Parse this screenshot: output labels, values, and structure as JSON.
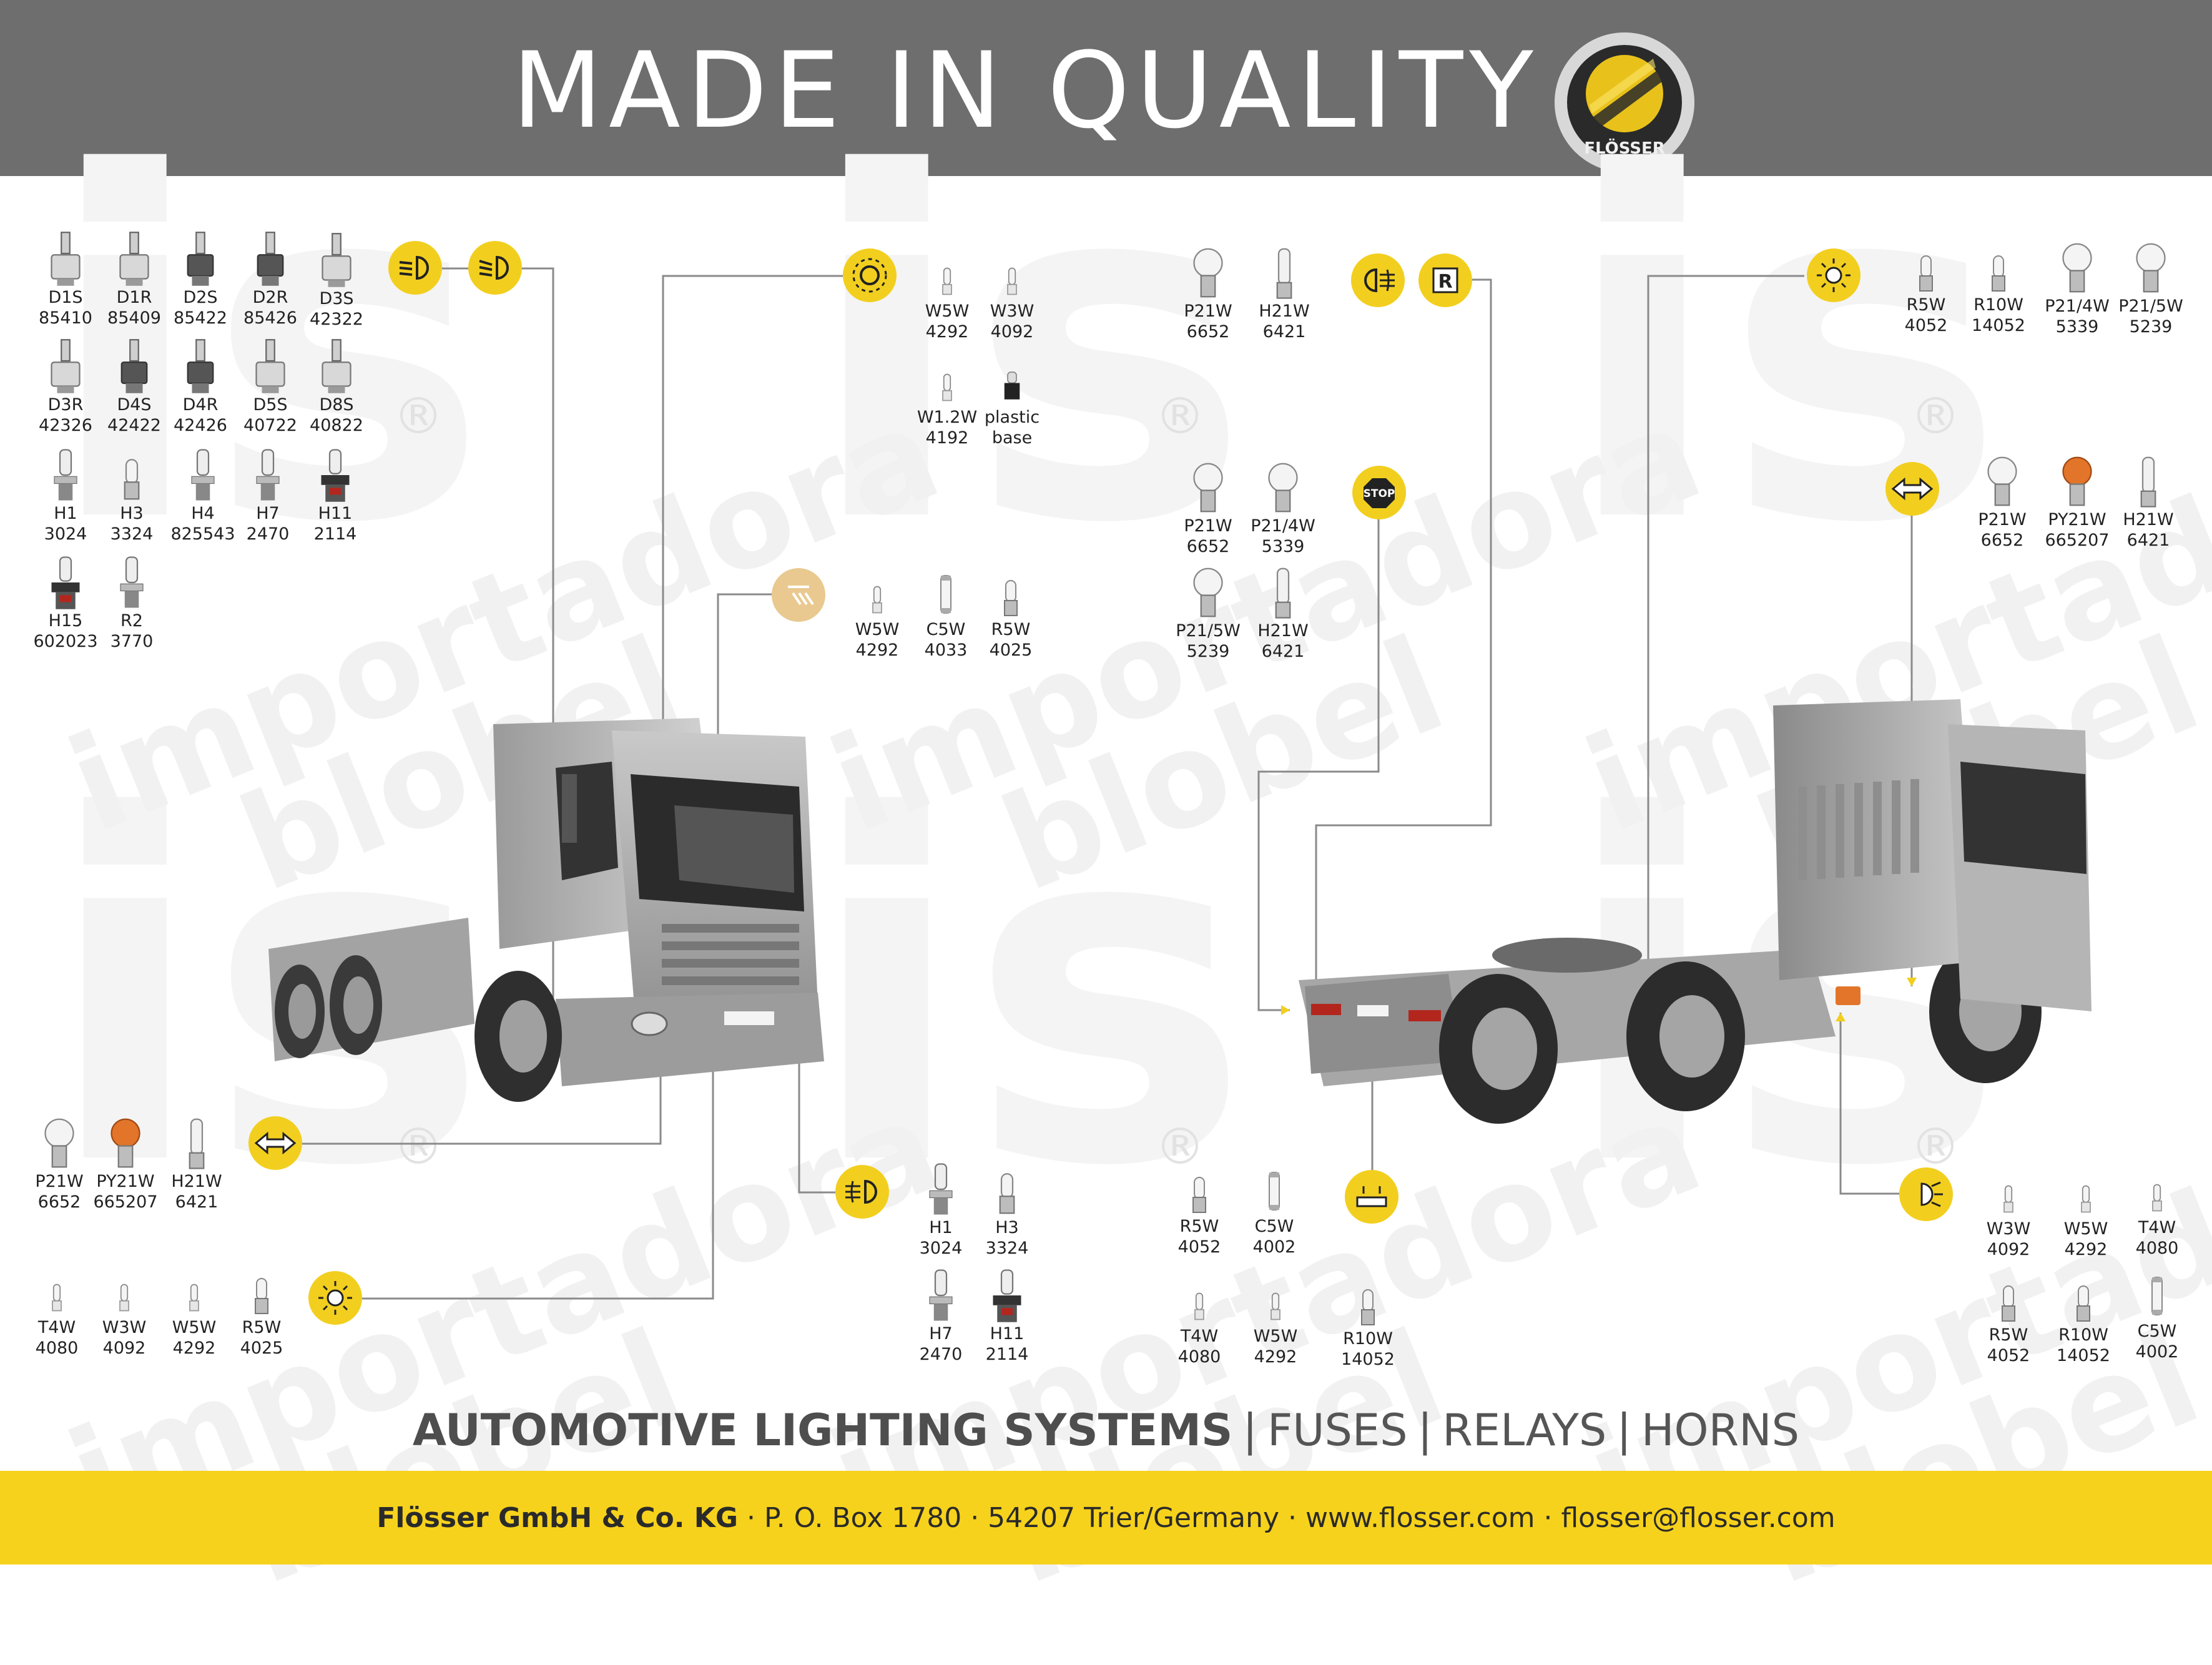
{
  "header": {
    "title": "MADE IN QUALITY",
    "logo_text": "FLÖSSER"
  },
  "colors": {
    "header_gray": "#6e6e6e",
    "accent_yellow": "#f2cf1f",
    "footer_yellow": "#f6d21c",
    "indicator_orange": "#e2752a"
  },
  "watermark": {
    "text_line1": "importadora",
    "text_line2": "blobel",
    "mark": "is",
    "reg": "®"
  },
  "bulbs": {
    "headlights_xenon": [
      {
        "type": "D1S",
        "code": "85410"
      },
      {
        "type": "D1R",
        "code": "85409"
      },
      {
        "type": "D2S",
        "code": "85422"
      },
      {
        "type": "D2R",
        "code": "85426"
      },
      {
        "type": "D3S",
        "code": "42322"
      },
      {
        "type": "D3R",
        "code": "42326"
      },
      {
        "type": "D4S",
        "code": "42422"
      },
      {
        "type": "D4R",
        "code": "42426"
      },
      {
        "type": "D5S",
        "code": "40722"
      },
      {
        "type": "D8S",
        "code": "40822"
      }
    ],
    "headlights_halogen": [
      {
        "type": "H1",
        "code": "3024"
      },
      {
        "type": "H3",
        "code": "3324"
      },
      {
        "type": "H4",
        "code": "825543"
      },
      {
        "type": "H7",
        "code": "2470"
      },
      {
        "type": "H11",
        "code": "2114"
      },
      {
        "type": "H15",
        "code": "602023"
      },
      {
        "type": "R2",
        "code": "3770"
      }
    ],
    "interior": [
      {
        "type": "W5W",
        "code": "4292"
      },
      {
        "type": "W3W",
        "code": "4092"
      },
      {
        "type": "W1.2W",
        "code": "4192"
      },
      {
        "type": "plastic base",
        "code": ""
      }
    ],
    "dash": [
      {
        "type": "W5W",
        "code": "4292"
      },
      {
        "type": "C5W",
        "code": "4033"
      },
      {
        "type": "R5W",
        "code": "4025"
      }
    ],
    "rear_fog_reverse": [
      {
        "type": "P21W",
        "code": "6652"
      },
      {
        "type": "H21W",
        "code": "6421"
      }
    ],
    "stop": [
      {
        "type": "P21W",
        "code": "6652"
      },
      {
        "type": "P21/4W",
        "code": "5339"
      },
      {
        "type": "P21/5W",
        "code": "5239"
      },
      {
        "type": "H21W",
        "code": "6421"
      }
    ],
    "rear_position": [
      {
        "type": "R5W",
        "code": "4052"
      },
      {
        "type": "R10W",
        "code": "14052"
      },
      {
        "type": "P21/4W",
        "code": "5339"
      },
      {
        "type": "P21/5W",
        "code": "5239"
      }
    ],
    "rear_indicator": [
      {
        "type": "P21W",
        "code": "6652"
      },
      {
        "type": "PY21W",
        "code": "665207"
      },
      {
        "type": "H21W",
        "code": "6421"
      }
    ],
    "front_indicator": [
      {
        "type": "P21W",
        "code": "6652"
      },
      {
        "type": "PY21W",
        "code": "665207"
      },
      {
        "type": "H21W",
        "code": "6421"
      }
    ],
    "front_position": [
      {
        "type": "T4W",
        "code": "4080"
      },
      {
        "type": "W3W",
        "code": "4092"
      },
      {
        "type": "W5W",
        "code": "4292"
      },
      {
        "type": "R5W",
        "code": "4025"
      }
    ],
    "front_fog": [
      {
        "type": "H1",
        "code": "3024"
      },
      {
        "type": "H3",
        "code": "3324"
      },
      {
        "type": "H7",
        "code": "2470"
      },
      {
        "type": "H11",
        "code": "2114"
      }
    ],
    "plate": [
      {
        "type": "R5W",
        "code": "4052"
      },
      {
        "type": "C5W",
        "code": "4002"
      },
      {
        "type": "T4W",
        "code": "4080"
      },
      {
        "type": "W5W",
        "code": "4292"
      },
      {
        "type": "R10W",
        "code": "14052"
      }
    ],
    "side_marker": [
      {
        "type": "W3W",
        "code": "4092"
      },
      {
        "type": "W5W",
        "code": "4292"
      },
      {
        "type": "T4W",
        "code": "4080"
      },
      {
        "type": "R5W",
        "code": "4052"
      },
      {
        "type": "R10W",
        "code": "14052"
      },
      {
        "type": "C5W",
        "code": "4002"
      }
    ]
  },
  "icons": {
    "reverse_label": "R",
    "stop_label": "STOP"
  },
  "tagline": {
    "main": "AUTOMOTIVE LIGHTING SYSTEMS",
    "sep": "|",
    "item1": "FUSES",
    "item2": "RELAYS",
    "item3": "HORNS"
  },
  "footer": {
    "company": "Flösser GmbH & Co. KG",
    "address": " · P. O. Box 1780 · 54207 Trier/Germany · www.flosser.com · flosser@flosser.com"
  }
}
